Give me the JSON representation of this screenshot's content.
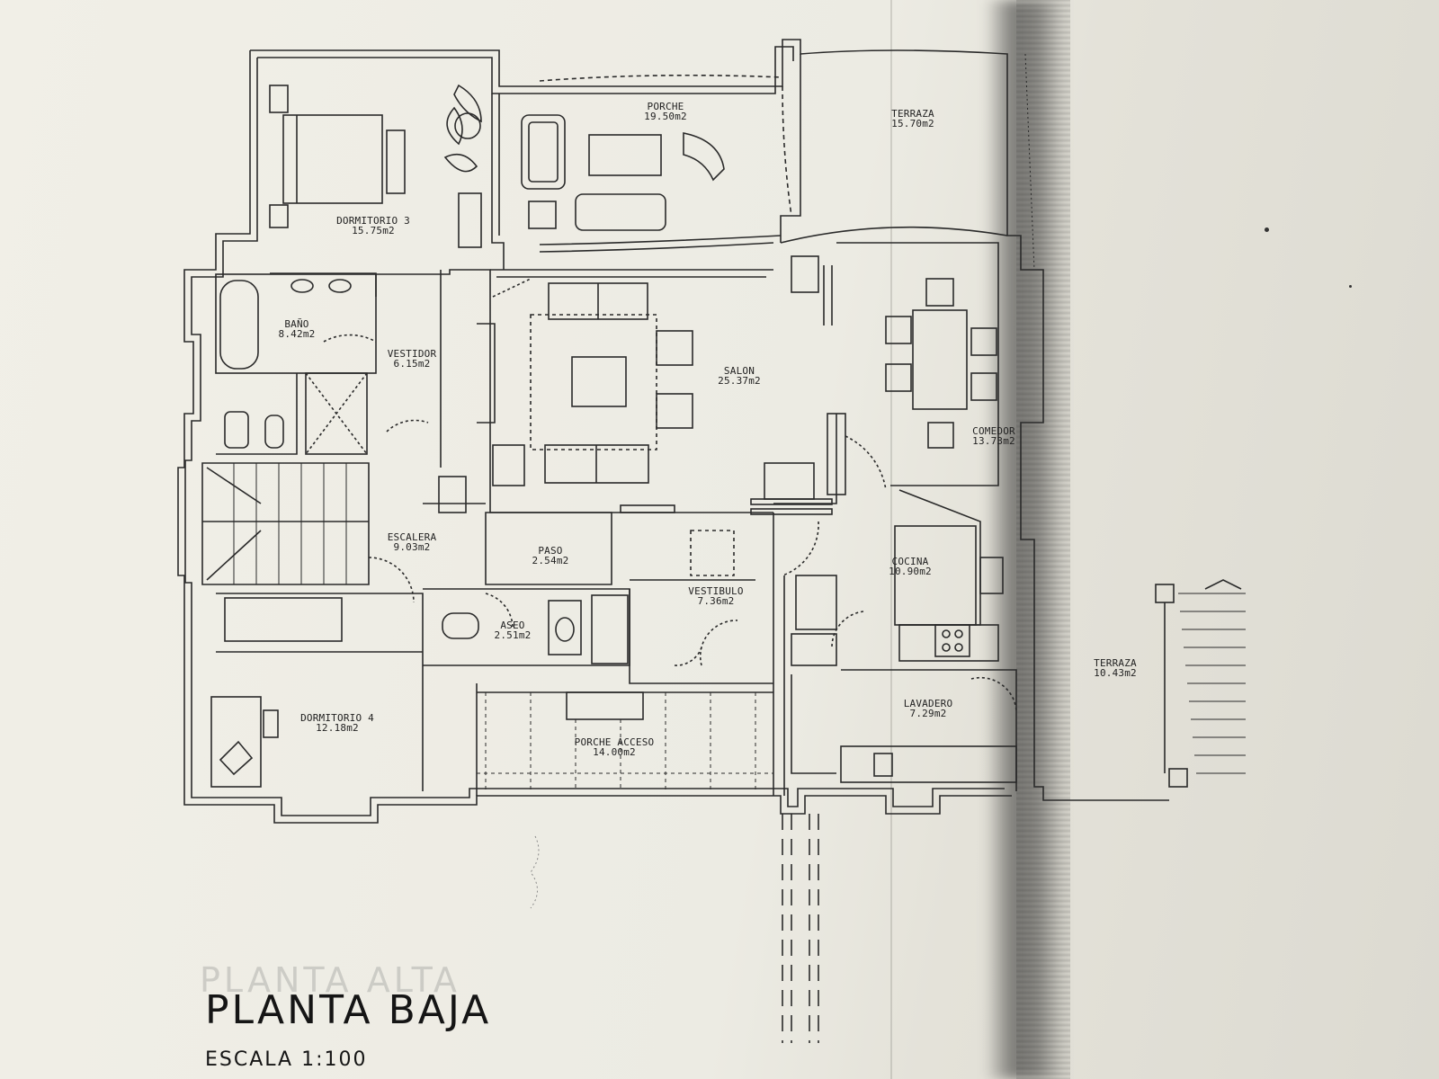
{
  "plan": {
    "title": "PLANTA BAJA",
    "ghost_title": "PLANTA ALTA",
    "scale": "ESCALA 1:100"
  },
  "rooms": [
    {
      "key": "dormitorio3",
      "name": "DORMITORIO 3",
      "area": "15.75m2"
    },
    {
      "key": "porche",
      "name": "PORCHE",
      "area": "19.50m2"
    },
    {
      "key": "terraza1",
      "name": "TERRAZA",
      "area": "15.70m2"
    },
    {
      "key": "bano",
      "name": "BAÑO",
      "area": "8.42m2"
    },
    {
      "key": "vestidor",
      "name": "VESTIDOR",
      "area": "6.15m2"
    },
    {
      "key": "salon",
      "name": "SALON",
      "area": "25.37m2"
    },
    {
      "key": "comedor",
      "name": "COMEDOR",
      "area": "13.73m2"
    },
    {
      "key": "escalera",
      "name": "ESCALERA",
      "area": "9.03m2"
    },
    {
      "key": "paso",
      "name": "PASO",
      "area": "2.54m2"
    },
    {
      "key": "cocina",
      "name": "COCINA",
      "area": "10.90m2"
    },
    {
      "key": "vestibulo",
      "name": "VESTIBULO",
      "area": "7.36m2"
    },
    {
      "key": "aseo",
      "name": "ASEO",
      "area": "2.51m2"
    },
    {
      "key": "terraza2",
      "name": "TERRAZA",
      "area": "10.43m2"
    },
    {
      "key": "lavadero",
      "name": "LAVADERO",
      "area": "7.29m2"
    },
    {
      "key": "dormitorio4",
      "name": "DORMITORIO 4",
      "area": "12.18m2"
    },
    {
      "key": "porche_acceso",
      "name": "PORCHE ACCESO",
      "area": "14.00m2"
    }
  ]
}
